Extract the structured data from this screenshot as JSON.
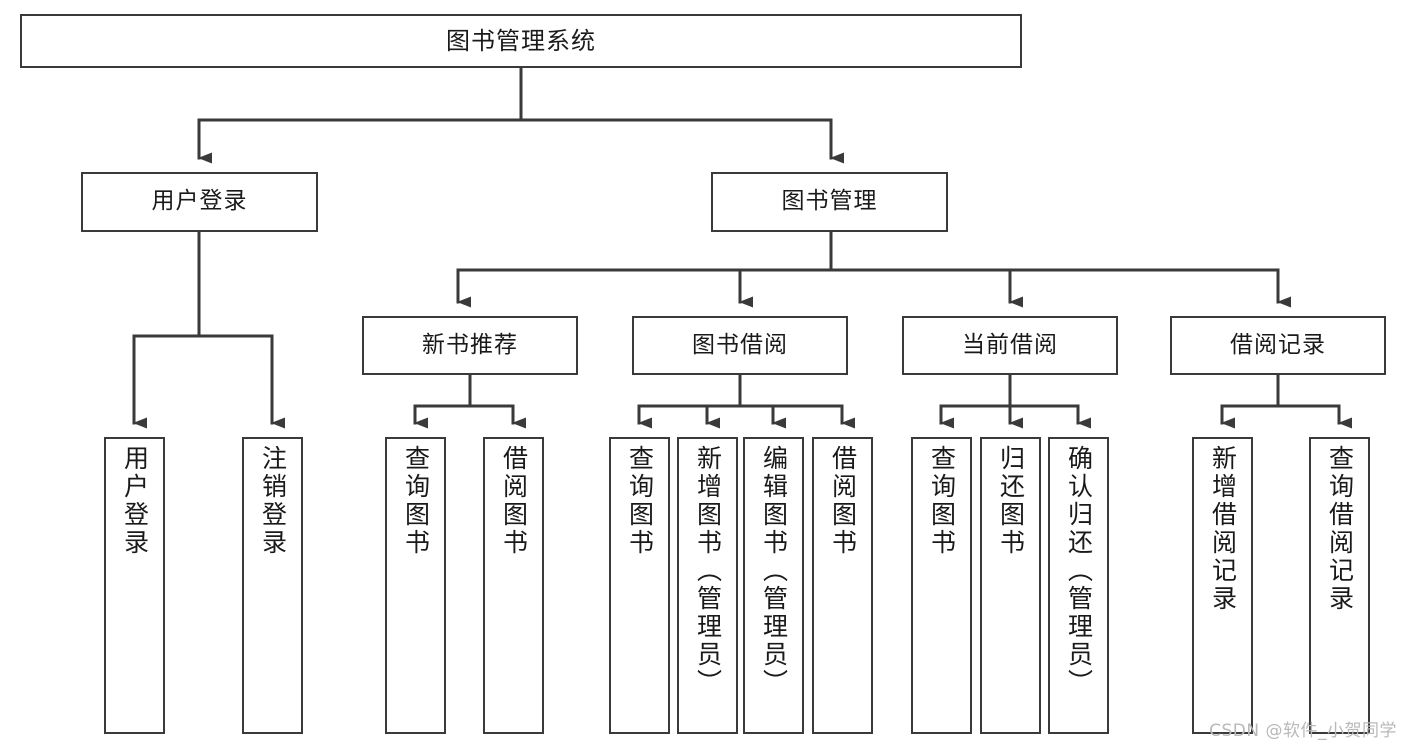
{
  "diagram": {
    "title": "图书管理系统",
    "type": "hierarchy-tree",
    "watermark": "CSDN @软件_小贺同学",
    "colors": {
      "box_border": "#3a3a3a",
      "box_fill": "#ffffff",
      "connector": "#3a3a3a",
      "text": "#1a1a1a",
      "watermark": "#b9b9b9",
      "background": "#ffffff"
    }
  },
  "nodes": {
    "root": {
      "label": "图书管理系统"
    },
    "level2": [
      {
        "label": "用户登录"
      },
      {
        "label": "图书管理"
      }
    ],
    "level3": [
      {
        "label": "新书推荐"
      },
      {
        "label": "图书借阅"
      },
      {
        "label": "当前借阅"
      },
      {
        "label": "借阅记录"
      }
    ],
    "leaves": {
      "user_login": [
        {
          "label": "用户登录"
        },
        {
          "label": "注销登录"
        }
      ],
      "new_book_recommend": [
        {
          "label": "查询图书"
        },
        {
          "label": "借阅图书"
        }
      ],
      "book_borrow": [
        {
          "label": "查询图书"
        },
        {
          "label": "新增图书（管理员）"
        },
        {
          "label": "编辑图书（管理员）"
        },
        {
          "label": "借阅图书"
        }
      ],
      "current_borrow": [
        {
          "label": "查询图书"
        },
        {
          "label": "归还图书"
        },
        {
          "label": "确认归还（管理员）"
        }
      ],
      "borrow_record": [
        {
          "label": "新增借阅记录"
        },
        {
          "label": "查询借阅记录"
        }
      ]
    }
  }
}
